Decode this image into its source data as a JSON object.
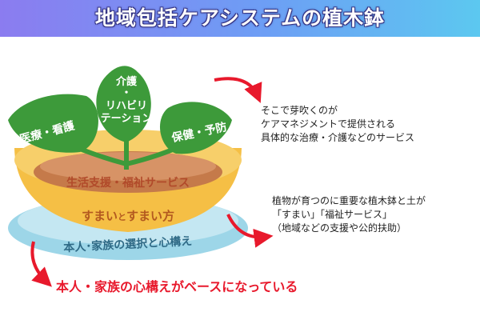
{
  "header": {
    "title": "地域包括ケアシステムの植木鉢"
  },
  "leaves": {
    "left": "医療・看護",
    "center_lines": [
      "介護",
      "・",
      "リハビリ",
      "テーション"
    ],
    "right": "保健・予防"
  },
  "pot": {
    "soil_label": "生活支援・福祉サービス",
    "pot_label_parts": [
      "すまい",
      "と",
      "すまい方"
    ],
    "saucer_label": "本人･家族の選択と心構え"
  },
  "notes": {
    "leaves_note": [
      "そこで芽吹くのが",
      "ケアマネジメントで提供される",
      "具体的な治療・介護などのサービス"
    ],
    "pot_note": [
      "植物が育つのに重要な植木鉢と土が",
      "「すまい」「福祉サービス」",
      "（地域などの支援や公的扶助）"
    ]
  },
  "footer": {
    "base_note": "本人・家族の心構えがベースになっている"
  },
  "colors": {
    "leaf": "#3d9a3a",
    "stem": "#3d9a3a",
    "soil": "#b9683a",
    "pot": "#f5bf45",
    "saucer": "#9dd6e8",
    "arrow": "#e8192c"
  }
}
